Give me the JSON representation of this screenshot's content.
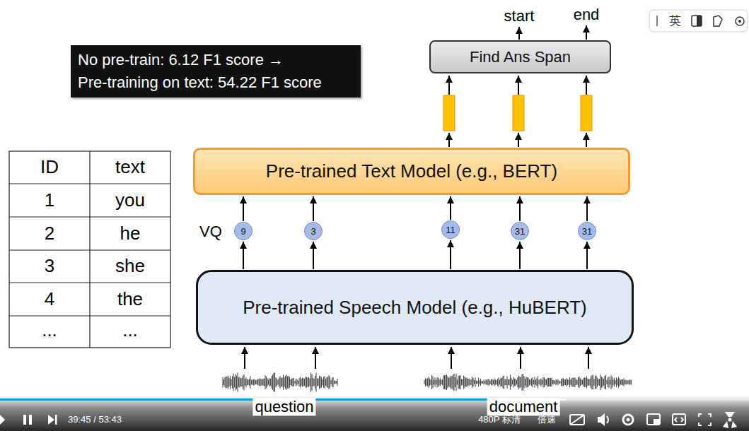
{
  "diagram": {
    "nodes": [
      {
        "text": [
          "No pre-train: 6.12 F1 score →",
          "Pre-training on text: 54.22 F1 score"
        ]
      },
      {
        "text": [
          "Find Ans Span"
        ]
      },
      {
        "text": [
          "Pre-trained Text Model (e.g., BERT)"
        ]
      },
      {
        "text": [
          "9"
        ]
      },
      {
        "text": [
          "3"
        ]
      },
      {
        "text": [
          "11"
        ]
      },
      {
        "text": [
          "31"
        ]
      },
      {
        "text": [
          "31"
        ]
      },
      {
        "text": [
          "Pre-trained Speech Model (e.g., HuBERT)"
        ]
      }
    ],
    "edges": [
      {
        "from": 8,
        "to": 3,
        "arrow": "to"
      },
      {
        "from": 8,
        "to": 4,
        "arrow": "to"
      },
      {
        "from": 8,
        "to": 5,
        "arrow": "to"
      },
      {
        "from": 8,
        "to": 6,
        "arrow": "to"
      },
      {
        "from": 8,
        "to": 7,
        "arrow": "to"
      },
      {
        "from": 3,
        "to": 2,
        "arrow": "to"
      },
      {
        "from": 4,
        "to": 2,
        "arrow": "to"
      },
      {
        "from": 5,
        "to": 2,
        "arrow": "to"
      },
      {
        "from": 6,
        "to": 2,
        "arrow": "to"
      },
      {
        "from": 7,
        "to": 2,
        "arrow": "to"
      }
    ],
    "labels": [
      "start",
      "end",
      "VQ",
      "ID",
      "text",
      "1",
      "you",
      "2",
      "he",
      "3",
      "she",
      "4",
      "the",
      "...",
      "...",
      "question",
      "document",
      "39:45 / 53:43",
      "480P 标清",
      "倍速",
      "英"
    ]
  }
}
